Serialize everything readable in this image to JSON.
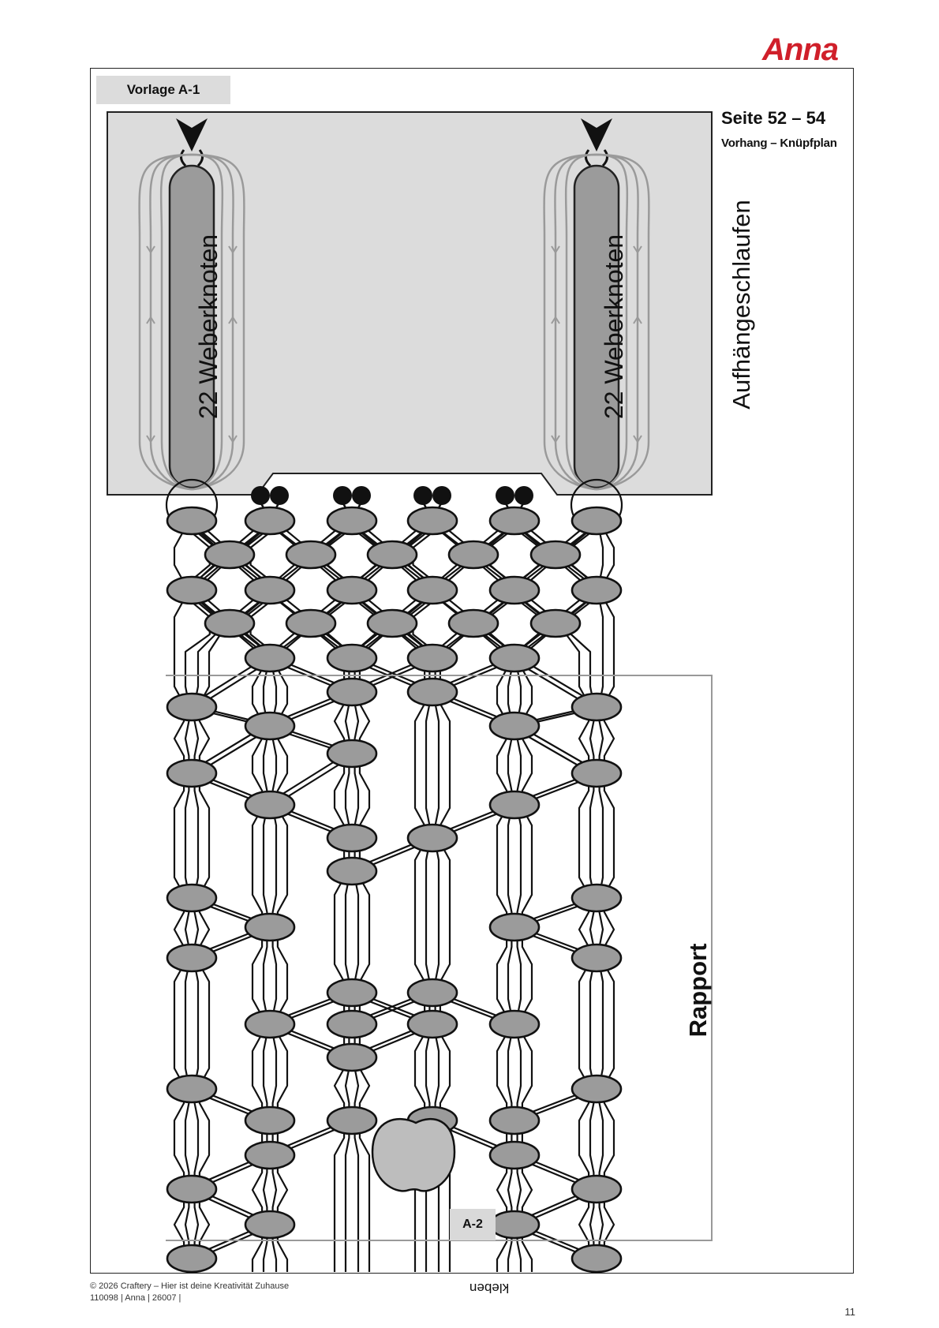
{
  "brand": {
    "name": "Anna",
    "color": "#d01f2a"
  },
  "template": {
    "label": "Vorlage A-1"
  },
  "header": {
    "pages": "Seite 52 – 54",
    "title": "Vorhang – Knüpfplan"
  },
  "hanging": {
    "label": "Aufhängeschlaufen",
    "left_column_label": "22 Weberknoten",
    "right_column_label": "22 Weberknoten"
  },
  "repeat": {
    "label": "Rapport"
  },
  "continuation": {
    "label": "A-2",
    "glue_label": "kleben"
  },
  "footer": {
    "line1": "© 2026 Craftery – Hier ist deine Kreativität Zuhause",
    "line2": "110098 | Anna | 26007 |",
    "page_number": "11"
  },
  "colors": {
    "knot_fill": "#9b9b9b",
    "cord": "#111111",
    "panel": "#dcdcdc",
    "loop": "#9a9a9a",
    "bead": "#bdbdbd"
  }
}
